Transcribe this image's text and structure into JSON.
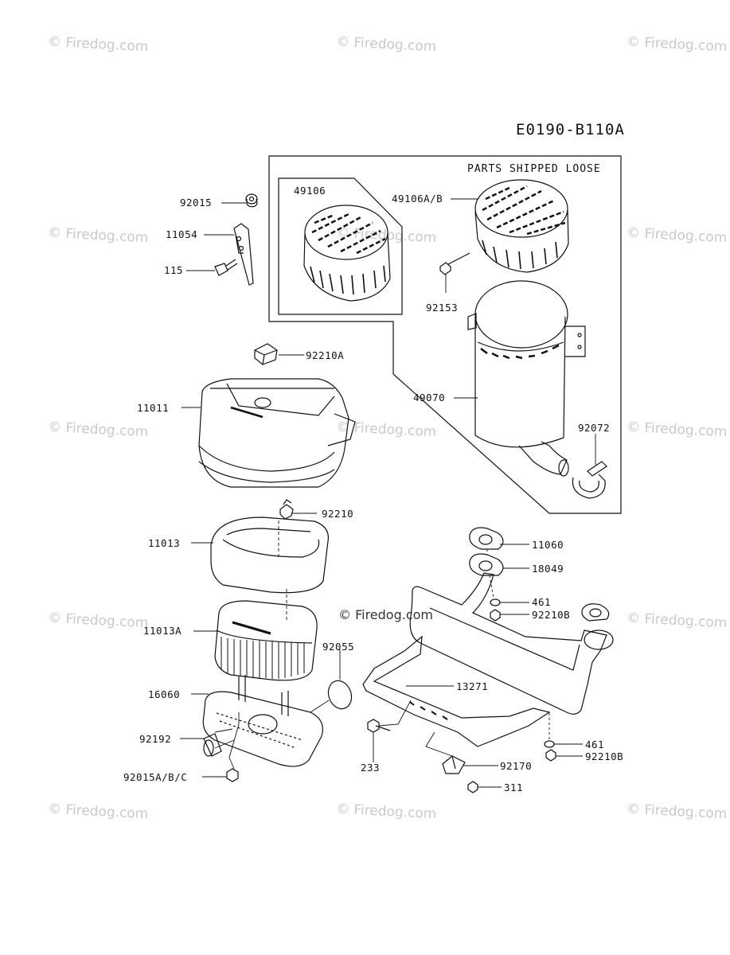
{
  "diagram_code": "E0190-B110A",
  "box_title": "PARTS SHIPPED LOOSE",
  "watermark": "© Firedog.com",
  "center_watermark": "© Firedog.com",
  "parts": {
    "p92015": "92015",
    "p11054": "11054",
    "p115": "115",
    "p49106": "49106",
    "p49106AB": "49106A/B",
    "p92153": "92153",
    "p92210A": "92210A",
    "p11011": "11011",
    "p49070": "49070",
    "p92072": "92072",
    "p92210": "92210",
    "p11013": "11013",
    "p11060": "11060",
    "p18049": "18049",
    "p461a": "461",
    "p92210Ba": "92210B",
    "p11013A": "11013A",
    "p92055": "92055",
    "p13271": "13271",
    "p16060": "16060",
    "p92192": "92192",
    "p92015ABC": "92015A/B/C",
    "p233": "233",
    "p461b": "461",
    "p92210Bb": "92210B",
    "p92170": "92170",
    "p311": "311"
  }
}
